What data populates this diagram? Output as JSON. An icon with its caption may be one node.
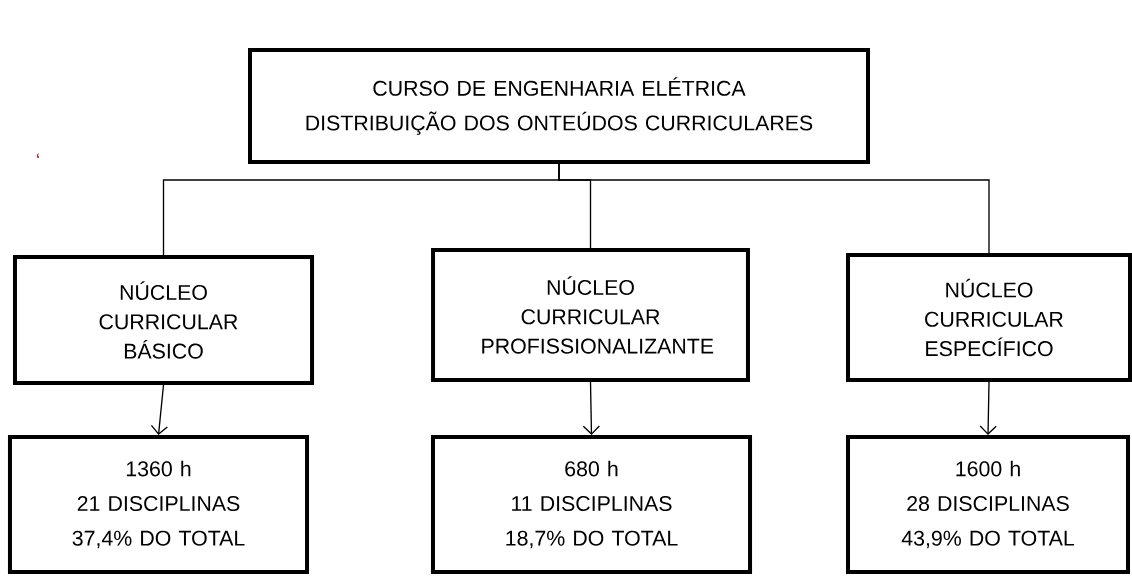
{
  "diagram": {
    "nodes": [
      {
        "text": [
          "CURSO DE ENGENHARIA ELÉTRICA",
          "DISTRIBUIÇÃO DOS ONTEÚDOS CURRICULARES"
        ]
      },
      {
        "text": [
          "NÚCLEO CURRICULAR BÁSICO"
        ]
      },
      {
        "text": [
          "NÚCLEO CURRICULAR PROFISSIONALIZANTE"
        ]
      },
      {
        "text": [
          "NÚCLEO CURRICULAR ESPECÍFICO"
        ]
      },
      {
        "text": [
          "1360 h",
          "21 DISCIPLINAS",
          "37,4% DO TOTAL"
        ]
      },
      {
        "text": [
          "680 h",
          "11 DISCIPLINAS",
          "18,7% DO TOTAL"
        ]
      },
      {
        "text": [
          "1600 h",
          "28 DISCIPLINAS",
          "43,9% DO TOTAL"
        ]
      }
    ],
    "edges": [
      {
        "from": 0,
        "to": 1,
        "arrow": "none"
      },
      {
        "from": 0,
        "to": 2,
        "arrow": "none"
      },
      {
        "from": 0,
        "to": 3,
        "arrow": "none"
      },
      {
        "from": 1,
        "to": 4,
        "arrow": "to"
      },
      {
        "from": 2,
        "to": 5,
        "arrow": "to"
      },
      {
        "from": 3,
        "to": 6,
        "arrow": "to"
      }
    ],
    "labels": [
      "‘"
    ]
  }
}
